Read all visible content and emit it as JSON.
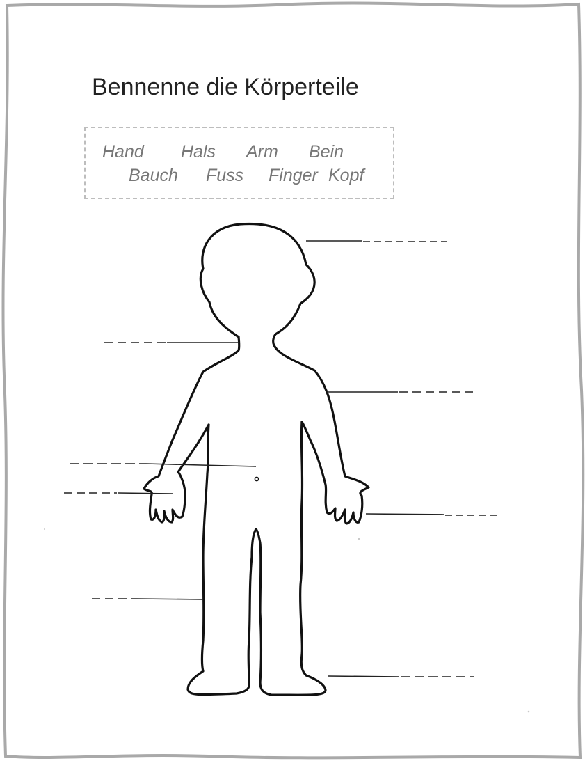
{
  "worksheet": {
    "title": "Bennenne die Körperteile",
    "word_bank": {
      "row1": [
        "Hand",
        "Hals",
        "Arm",
        "Bein"
      ],
      "row2": [
        "Bauch",
        "Fuss",
        "Finger",
        "Kopf"
      ]
    },
    "colors": {
      "frame_border": "#a9a9a9",
      "outline": "#111111",
      "word_text": "#777777",
      "word_box_border": "#bdbdbd"
    }
  }
}
